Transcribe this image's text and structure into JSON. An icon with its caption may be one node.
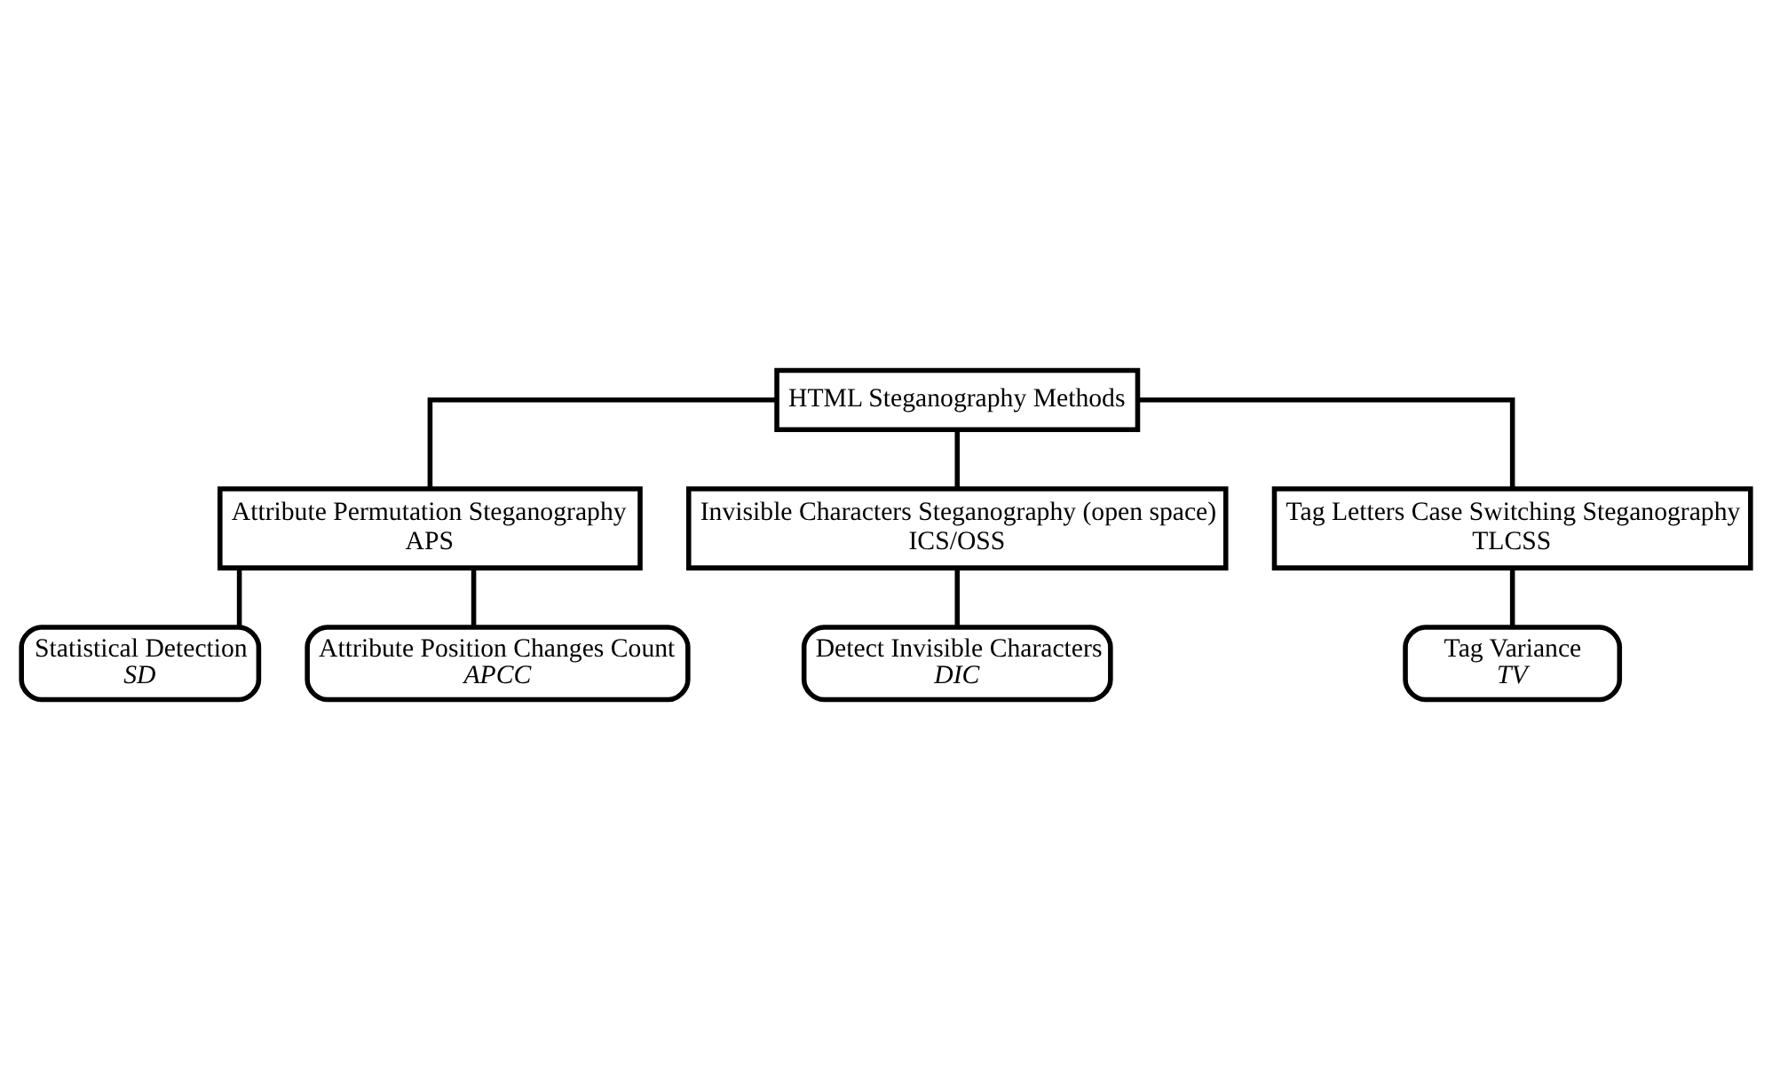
{
  "diagram": {
    "nodes": [
      {
        "text": [
          "HTML Steganography Methods"
        ]
      },
      {
        "text": [
          "Attribute Permutation Steganography",
          "APS"
        ]
      },
      {
        "text": [
          "Invisible Characters Steganography (open space)",
          "ICS/OSS"
        ]
      },
      {
        "text": [
          "Tag Letters Case Switching Steganography",
          "TLCSS"
        ]
      },
      {
        "text": [
          "Statistical Detection",
          "SD"
        ]
      },
      {
        "text": [
          "Attribute Position Changes Count",
          "APCC"
        ]
      },
      {
        "text": [
          "Detect Invisible Characters",
          "DIC"
        ]
      },
      {
        "text": [
          "Tag Variance",
          "TV"
        ]
      }
    ],
    "edges": [
      {
        "from": 0,
        "to": 1,
        "arrow": "none"
      },
      {
        "from": 0,
        "to": 2,
        "arrow": "none"
      },
      {
        "from": 0,
        "to": 3,
        "arrow": "none"
      },
      {
        "from": 1,
        "to": 4,
        "arrow": "none"
      },
      {
        "from": 1,
        "to": 5,
        "arrow": "none"
      },
      {
        "from": 2,
        "to": 6,
        "arrow": "none"
      },
      {
        "from": 3,
        "to": 7,
        "arrow": "none"
      }
    ]
  }
}
